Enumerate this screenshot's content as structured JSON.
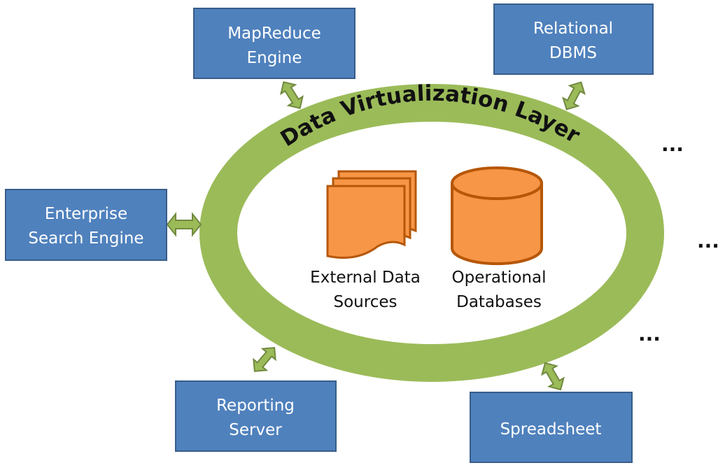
{
  "ring": {
    "label": "Data Virtualization Layer",
    "color": "#9bbb59"
  },
  "colors": {
    "box_fill": "#4f81bd",
    "box_stroke": "#385d8a",
    "icon_fill": "#f79646",
    "icon_stroke": "#b65708",
    "arrow_fill": "#9bbb59",
    "arrow_stroke": "#71893f"
  },
  "boxes": {
    "mapreduce": {
      "line1": "MapReduce",
      "line2": "Engine"
    },
    "relational": {
      "line1": "Relational",
      "line2": "DBMS"
    },
    "enterprise": {
      "line1": "Enterprise",
      "line2": "Search Engine"
    },
    "reporting": {
      "line1": "Reporting",
      "line2": "Server"
    },
    "spreadsheet": {
      "line1": "Spreadsheet"
    }
  },
  "center": {
    "external": {
      "line1": "External Data",
      "line2": "Sources",
      "icon": "document-stack-icon"
    },
    "operational": {
      "line1": "Operational",
      "line2": "Databases",
      "icon": "database-cylinder-icon"
    }
  },
  "ellipsis": [
    "...",
    "...",
    "..."
  ]
}
